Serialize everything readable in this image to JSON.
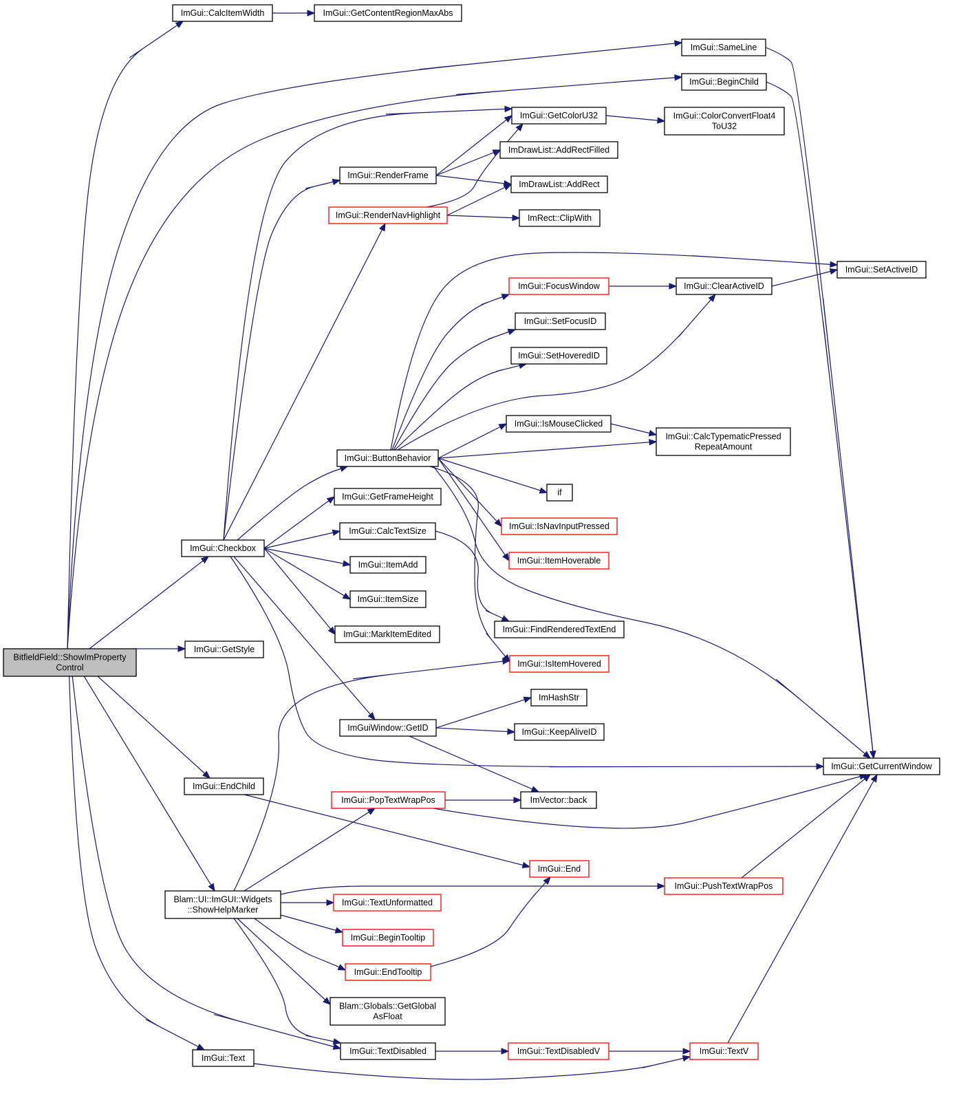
{
  "diagram": {
    "type": "call-graph",
    "colors": {
      "edge": "#191970",
      "node_border": "#000000",
      "truncated_border": "#ff0000",
      "root_fill": "#bfbfbf",
      "node_fill": "#ffffff"
    },
    "nodes": [
      {
        "id": "root",
        "lines": [
          "BitfieldField::ShowImProperty",
          "Control"
        ],
        "root": true
      },
      {
        "id": "calcItemWidth",
        "lines": [
          "ImGui::CalcItemWidth"
        ]
      },
      {
        "id": "getContentRegionMaxAbs",
        "lines": [
          "ImGui::GetContentRegionMaxAbs"
        ]
      },
      {
        "id": "sameLine",
        "lines": [
          "ImGui::SameLine"
        ]
      },
      {
        "id": "beginChild",
        "lines": [
          "ImGui::BeginChild"
        ]
      },
      {
        "id": "getColorU32",
        "lines": [
          "ImGui::GetColorU32"
        ]
      },
      {
        "id": "colorConvert",
        "lines": [
          "ImGui::ColorConvertFloat4",
          "ToU32"
        ]
      },
      {
        "id": "addRectFilled",
        "lines": [
          "ImDrawList::AddRectFilled"
        ]
      },
      {
        "id": "renderFrame",
        "lines": [
          "ImGui::RenderFrame"
        ]
      },
      {
        "id": "addRect",
        "lines": [
          "ImDrawList::AddRect"
        ]
      },
      {
        "id": "renderNavHighlight",
        "lines": [
          "ImGui::RenderNavHighlight"
        ],
        "truncated": true
      },
      {
        "id": "clipWith",
        "lines": [
          "ImRect::ClipWith"
        ]
      },
      {
        "id": "setActiveID",
        "lines": [
          "ImGui::SetActiveID"
        ]
      },
      {
        "id": "focusWindow",
        "lines": [
          "ImGui::FocusWindow"
        ],
        "truncated": true
      },
      {
        "id": "clearActiveID",
        "lines": [
          "ImGui::ClearActiveID"
        ]
      },
      {
        "id": "setFocusID",
        "lines": [
          "ImGui::SetFocusID"
        ]
      },
      {
        "id": "setHoveredID",
        "lines": [
          "ImGui::SetHoveredID"
        ]
      },
      {
        "id": "isMouseClicked",
        "lines": [
          "ImGui::IsMouseClicked"
        ]
      },
      {
        "id": "calcTypematic",
        "lines": [
          "ImGui::CalcTypematicPressed",
          "RepeatAmount"
        ]
      },
      {
        "id": "buttonBehavior",
        "lines": [
          "ImGui::ButtonBehavior"
        ]
      },
      {
        "id": "if",
        "lines": [
          "if"
        ]
      },
      {
        "id": "getFrameHeight",
        "lines": [
          "ImGui::GetFrameHeight"
        ]
      },
      {
        "id": "isNavInputPressed",
        "lines": [
          "ImGui::IsNavInputPressed"
        ],
        "truncated": true
      },
      {
        "id": "calcTextSize",
        "lines": [
          "ImGui::CalcTextSize"
        ]
      },
      {
        "id": "checkbox",
        "lines": [
          "ImGui::Checkbox"
        ]
      },
      {
        "id": "itemHoverable",
        "lines": [
          "ImGui::ItemHoverable"
        ],
        "truncated": true
      },
      {
        "id": "itemAdd",
        "lines": [
          "ImGui::ItemAdd"
        ]
      },
      {
        "id": "itemSize",
        "lines": [
          "ImGui::ItemSize"
        ]
      },
      {
        "id": "findRenderedTextEnd",
        "lines": [
          "ImGui::FindRenderedTextEnd"
        ]
      },
      {
        "id": "markItemEdited",
        "lines": [
          "ImGui::MarkItemEdited"
        ]
      },
      {
        "id": "getStyle",
        "lines": [
          "ImGui::GetStyle"
        ]
      },
      {
        "id": "isItemHovered",
        "lines": [
          "ImGui::IsItemHovered"
        ],
        "truncated": true
      },
      {
        "id": "imHashStr",
        "lines": [
          "ImHashStr"
        ]
      },
      {
        "id": "getID",
        "lines": [
          "ImGuiWindow::GetID"
        ]
      },
      {
        "id": "keepAliveID",
        "lines": [
          "ImGui::KeepAliveID"
        ]
      },
      {
        "id": "getCurrentWindow",
        "lines": [
          "ImGui::GetCurrentWindow"
        ]
      },
      {
        "id": "endChild",
        "lines": [
          "ImGui::EndChild"
        ]
      },
      {
        "id": "popTextWrapPos",
        "lines": [
          "ImGui::PopTextWrapPos"
        ],
        "truncated": true
      },
      {
        "id": "vectorBack",
        "lines": [
          "ImVector::back"
        ]
      },
      {
        "id": "end",
        "lines": [
          "ImGui::End"
        ],
        "truncated": true
      },
      {
        "id": "pushTextWrapPos",
        "lines": [
          "ImGui::PushTextWrapPos"
        ],
        "truncated": true
      },
      {
        "id": "showHelpMarker",
        "lines": [
          "Blam::UI::ImGUI::Widgets",
          "::ShowHelpMarker"
        ]
      },
      {
        "id": "textUnformatted",
        "lines": [
          "ImGui::TextUnformatted"
        ],
        "truncated": true
      },
      {
        "id": "beginTooltip",
        "lines": [
          "ImGui::BeginTooltip"
        ],
        "truncated": true
      },
      {
        "id": "endTooltip",
        "lines": [
          "ImGui::EndTooltip"
        ],
        "truncated": true
      },
      {
        "id": "getGlobalAsFloat",
        "lines": [
          "Blam::Globals::GetGlobal",
          "AsFloat"
        ]
      },
      {
        "id": "textDisabled",
        "lines": [
          "ImGui::TextDisabled"
        ]
      },
      {
        "id": "textDisabledV",
        "lines": [
          "ImGui::TextDisabledV"
        ],
        "truncated": true
      },
      {
        "id": "textV",
        "lines": [
          "ImGui::TextV"
        ],
        "truncated": true
      },
      {
        "id": "text",
        "lines": [
          "ImGui::Text"
        ]
      }
    ],
    "edges": [
      [
        "root",
        "calcItemWidth"
      ],
      [
        "root",
        "sameLine"
      ],
      [
        "root",
        "beginChild"
      ],
      [
        "root",
        "checkbox"
      ],
      [
        "root",
        "getStyle"
      ],
      [
        "root",
        "endChild"
      ],
      [
        "root",
        "showHelpMarker"
      ],
      [
        "root",
        "text"
      ],
      [
        "root",
        "textDisabled"
      ],
      [
        "calcItemWidth",
        "getContentRegionMaxAbs"
      ],
      [
        "sameLine",
        "getCurrentWindow"
      ],
      [
        "beginChild",
        "getCurrentWindow"
      ],
      [
        "getColorU32",
        "colorConvert"
      ],
      [
        "renderFrame",
        "getColorU32"
      ],
      [
        "renderFrame",
        "addRectFilled"
      ],
      [
        "renderFrame",
        "addRect"
      ],
      [
        "renderNavHighlight",
        "getColorU32"
      ],
      [
        "renderNavHighlight",
        "addRect"
      ],
      [
        "renderNavHighlight",
        "clipWith"
      ],
      [
        "checkbox",
        "getColorU32"
      ],
      [
        "checkbox",
        "renderFrame"
      ],
      [
        "checkbox",
        "renderNavHighlight"
      ],
      [
        "checkbox",
        "buttonBehavior"
      ],
      [
        "checkbox",
        "getFrameHeight"
      ],
      [
        "checkbox",
        "calcTextSize"
      ],
      [
        "checkbox",
        "itemAdd"
      ],
      [
        "checkbox",
        "itemSize"
      ],
      [
        "checkbox",
        "markItemEdited"
      ],
      [
        "checkbox",
        "getID"
      ],
      [
        "checkbox",
        "getCurrentWindow"
      ],
      [
        "buttonBehavior",
        "setActiveID"
      ],
      [
        "buttonBehavior",
        "focusWindow"
      ],
      [
        "buttonBehavior",
        "setFocusID"
      ],
      [
        "buttonBehavior",
        "setHoveredID"
      ],
      [
        "buttonBehavior",
        "clearActiveID"
      ],
      [
        "buttonBehavior",
        "isMouseClicked"
      ],
      [
        "buttonBehavior",
        "calcTypematic"
      ],
      [
        "buttonBehavior",
        "if"
      ],
      [
        "buttonBehavior",
        "isNavInputPressed"
      ],
      [
        "buttonBehavior",
        "itemHoverable"
      ],
      [
        "buttonBehavior",
        "isItemHovered"
      ],
      [
        "buttonBehavior",
        "getCurrentWindow"
      ],
      [
        "focusWindow",
        "clearActiveID"
      ],
      [
        "clearActiveID",
        "setActiveID"
      ],
      [
        "isMouseClicked",
        "calcTypematic"
      ],
      [
        "calcTextSize",
        "findRenderedTextEnd"
      ],
      [
        "getID",
        "imHashStr"
      ],
      [
        "getID",
        "keepAliveID"
      ],
      [
        "getID",
        "vectorBack"
      ],
      [
        "endChild",
        "end"
      ],
      [
        "popTextWrapPos",
        "vectorBack"
      ],
      [
        "popTextWrapPos",
        "getCurrentWindow"
      ],
      [
        "pushTextWrapPos",
        "getCurrentWindow"
      ],
      [
        "showHelpMarker",
        "isItemHovered"
      ],
      [
        "showHelpMarker",
        "popTextWrapPos"
      ],
      [
        "showHelpMarker",
        "pushTextWrapPos"
      ],
      [
        "showHelpMarker",
        "textUnformatted"
      ],
      [
        "showHelpMarker",
        "beginTooltip"
      ],
      [
        "showHelpMarker",
        "endTooltip"
      ],
      [
        "showHelpMarker",
        "getGlobalAsFloat"
      ],
      [
        "showHelpMarker",
        "textDisabled"
      ],
      [
        "endTooltip",
        "end"
      ],
      [
        "textDisabled",
        "textDisabledV"
      ],
      [
        "textDisabledV",
        "textV"
      ],
      [
        "text",
        "textV"
      ],
      [
        "textV",
        "getCurrentWindow"
      ]
    ]
  }
}
